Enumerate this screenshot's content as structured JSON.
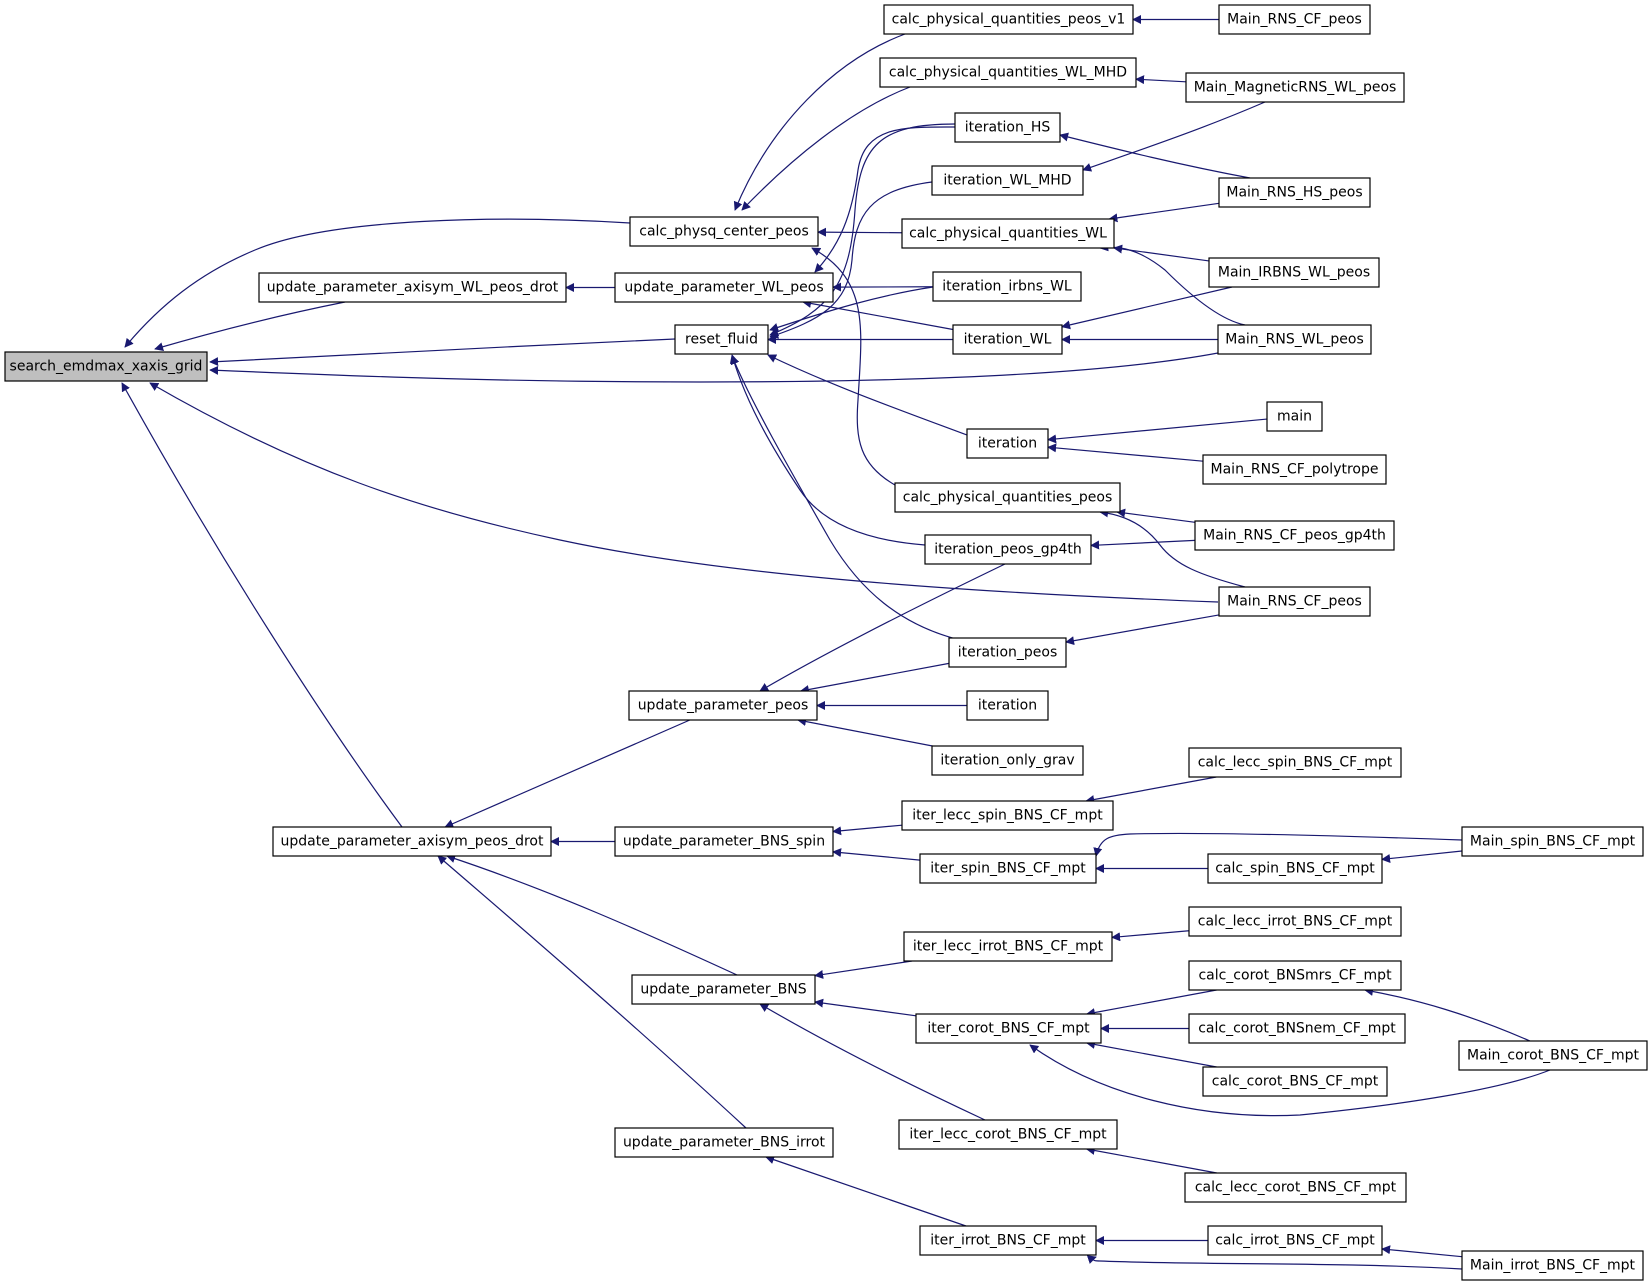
{
  "graph": {
    "root": "search_emdmax_xaxis_grid",
    "edge_color": "#191970",
    "root_fill": "#bfbfbf",
    "nodes": [
      {
        "id": "root",
        "label": "search_emdmax_xaxis_grid"
      },
      {
        "id": "calc_physq_center_peos",
        "label": "calc_physq_center_peos"
      },
      {
        "id": "upd_axisym_WL_peos_drot",
        "label": "update_parameter_axisym_WL_peos_drot"
      },
      {
        "id": "upd_WL_peos",
        "label": "update_parameter_WL_peos"
      },
      {
        "id": "reset_fluid",
        "label": "reset_fluid"
      },
      {
        "id": "calc_pq_peos_v1",
        "label": "calc_physical_quantities_peos_v1"
      },
      {
        "id": "calc_pq_WL_MHD",
        "label": "calc_physical_quantities_WL_MHD"
      },
      {
        "id": "iteration_HS",
        "label": "iteration_HS"
      },
      {
        "id": "iteration_WL_MHD",
        "label": "iteration_WL_MHD"
      },
      {
        "id": "calc_pq_WL",
        "label": "calc_physical_quantities_WL"
      },
      {
        "id": "iteration_irbns_WL",
        "label": "iteration_irbns_WL"
      },
      {
        "id": "iteration_WL",
        "label": "iteration_WL"
      },
      {
        "id": "iteration_a",
        "label": "iteration"
      },
      {
        "id": "calc_pq_peos",
        "label": "calc_physical_quantities_peos"
      },
      {
        "id": "iteration_peos_gp4th",
        "label": "iteration_peos_gp4th"
      },
      {
        "id": "iteration_peos",
        "label": "iteration_peos"
      },
      {
        "id": "Main_RNS_CF_peos_top",
        "label": "Main_RNS_CF_peos"
      },
      {
        "id": "Main_MagneticRNS_WL_peos",
        "label": "Main_MagneticRNS_WL_peos"
      },
      {
        "id": "Main_RNS_HS_peos",
        "label": "Main_RNS_HS_peos"
      },
      {
        "id": "Main_IRBNS_WL_peos",
        "label": "Main_IRBNS_WL_peos"
      },
      {
        "id": "Main_RNS_WL_peos",
        "label": "Main_RNS_WL_peos"
      },
      {
        "id": "main",
        "label": "main"
      },
      {
        "id": "Main_RNS_CF_polytrope",
        "label": "Main_RNS_CF_polytrope"
      },
      {
        "id": "Main_RNS_CF_peos_gp4th",
        "label": "Main_RNS_CF_peos_gp4th"
      },
      {
        "id": "Main_RNS_CF_peos_mid",
        "label": "Main_RNS_CF_peos"
      },
      {
        "id": "upd_axisym_peos_drot",
        "label": "update_parameter_axisym_peos_drot"
      },
      {
        "id": "upd_peos",
        "label": "update_parameter_peos"
      },
      {
        "id": "iteration_b",
        "label": "iteration"
      },
      {
        "id": "iteration_only_grav",
        "label": "iteration_only_grav"
      },
      {
        "id": "upd_BNS_spin",
        "label": "update_parameter_BNS_spin"
      },
      {
        "id": "iter_lecc_spin",
        "label": "iter_lecc_spin_BNS_CF_mpt"
      },
      {
        "id": "calc_lecc_spin",
        "label": "calc_lecc_spin_BNS_CF_mpt"
      },
      {
        "id": "iter_spin",
        "label": "iter_spin_BNS_CF_mpt"
      },
      {
        "id": "calc_spin",
        "label": "calc_spin_BNS_CF_mpt"
      },
      {
        "id": "Main_spin",
        "label": "Main_spin_BNS_CF_mpt"
      },
      {
        "id": "upd_BNS",
        "label": "update_parameter_BNS"
      },
      {
        "id": "iter_lecc_irrot",
        "label": "iter_lecc_irrot_BNS_CF_mpt"
      },
      {
        "id": "calc_lecc_irrot",
        "label": "calc_lecc_irrot_BNS_CF_mpt"
      },
      {
        "id": "iter_corot",
        "label": "iter_corot_BNS_CF_mpt"
      },
      {
        "id": "calc_corot_BNSmrs",
        "label": "calc_corot_BNSmrs_CF_mpt"
      },
      {
        "id": "calc_corot_BNSnem",
        "label": "calc_corot_BNSnem_CF_mpt"
      },
      {
        "id": "calc_corot_BNS",
        "label": "calc_corot_BNS_CF_mpt"
      },
      {
        "id": "Main_corot",
        "label": "Main_corot_BNS_CF_mpt"
      },
      {
        "id": "iter_lecc_corot",
        "label": "iter_lecc_corot_BNS_CF_mpt"
      },
      {
        "id": "calc_lecc_corot",
        "label": "calc_lecc_corot_BNS_CF_mpt"
      },
      {
        "id": "upd_BNS_irrot",
        "label": "update_parameter_BNS_irrot"
      },
      {
        "id": "iter_irrot",
        "label": "iter_irrot_BNS_CF_mpt"
      },
      {
        "id": "calc_irrot",
        "label": "calc_irrot_BNS_CF_mpt"
      },
      {
        "id": "Main_irrot",
        "label": "Main_irrot_BNS_CF_mpt"
      }
    ],
    "edges": [
      {
        "from": "calc_physq_center_peos",
        "to": "root"
      },
      {
        "from": "upd_axisym_WL_peos_drot",
        "to": "root"
      },
      {
        "from": "reset_fluid",
        "to": "root"
      },
      {
        "from": "Main_RNS_WL_peos",
        "to": "root"
      },
      {
        "from": "Main_RNS_CF_peos_mid",
        "to": "root"
      },
      {
        "from": "upd_axisym_peos_drot",
        "to": "root"
      },
      {
        "from": "calc_pq_peos_v1",
        "to": "calc_physq_center_peos"
      },
      {
        "from": "calc_pq_WL_MHD",
        "to": "calc_physq_center_peos"
      },
      {
        "from": "calc_pq_WL",
        "to": "calc_physq_center_peos"
      },
      {
        "from": "calc_pq_peos",
        "to": "calc_physq_center_peos"
      },
      {
        "from": "upd_WL_peos",
        "to": "upd_axisym_WL_peos_drot"
      },
      {
        "from": "iteration_HS",
        "to": "upd_WL_peos"
      },
      {
        "from": "iteration_irbns_WL",
        "to": "upd_WL_peos"
      },
      {
        "from": "iteration_WL",
        "to": "upd_WL_peos"
      },
      {
        "from": "iteration_HS",
        "to": "reset_fluid"
      },
      {
        "from": "iteration_WL_MHD",
        "to": "reset_fluid"
      },
      {
        "from": "iteration_irbns_WL",
        "to": "reset_fluid"
      },
      {
        "from": "iteration_WL",
        "to": "reset_fluid"
      },
      {
        "from": "iteration_a",
        "to": "reset_fluid"
      },
      {
        "from": "iteration_peos_gp4th",
        "to": "reset_fluid"
      },
      {
        "from": "iteration_peos",
        "to": "reset_fluid"
      },
      {
        "from": "Main_RNS_CF_peos_top",
        "to": "calc_pq_peos_v1"
      },
      {
        "from": "Main_MagneticRNS_WL_peos",
        "to": "calc_pq_WL_MHD"
      },
      {
        "from": "Main_MagneticRNS_WL_peos",
        "to": "iteration_WL_MHD"
      },
      {
        "from": "Main_RNS_HS_peos",
        "to": "iteration_HS"
      },
      {
        "from": "Main_RNS_HS_peos",
        "to": "calc_pq_WL"
      },
      {
        "from": "Main_IRBNS_WL_peos",
        "to": "calc_pq_WL"
      },
      {
        "from": "Main_RNS_WL_peos",
        "to": "calc_pq_WL"
      },
      {
        "from": "Main_IRBNS_WL_peos",
        "to": "iteration_WL"
      },
      {
        "from": "Main_RNS_WL_peos",
        "to": "iteration_WL"
      },
      {
        "from": "main",
        "to": "iteration_a"
      },
      {
        "from": "Main_RNS_CF_polytrope",
        "to": "iteration_a"
      },
      {
        "from": "Main_RNS_CF_peos_gp4th",
        "to": "calc_pq_peos"
      },
      {
        "from": "Main_RNS_CF_peos_mid",
        "to": "calc_pq_peos"
      },
      {
        "from": "Main_RNS_CF_peos_gp4th",
        "to": "iteration_peos_gp4th"
      },
      {
        "from": "Main_RNS_CF_peos_mid",
        "to": "iteration_peos"
      },
      {
        "from": "upd_peos",
        "to": "upd_axisym_peos_drot"
      },
      {
        "from": "upd_BNS_spin",
        "to": "upd_axisym_peos_drot"
      },
      {
        "from": "upd_BNS",
        "to": "upd_axisym_peos_drot"
      },
      {
        "from": "upd_BNS_irrot",
        "to": "upd_axisym_peos_drot"
      },
      {
        "from": "iteration_peos_gp4th",
        "to": "upd_peos"
      },
      {
        "from": "iteration_peos",
        "to": "upd_peos"
      },
      {
        "from": "iteration_b",
        "to": "upd_peos"
      },
      {
        "from": "iteration_only_grav",
        "to": "upd_peos"
      },
      {
        "from": "iter_lecc_spin",
        "to": "upd_BNS_spin"
      },
      {
        "from": "iter_spin",
        "to": "upd_BNS_spin"
      },
      {
        "from": "calc_lecc_spin",
        "to": "iter_lecc_spin"
      },
      {
        "from": "calc_spin",
        "to": "iter_spin"
      },
      {
        "from": "Main_spin",
        "to": "iter_spin"
      },
      {
        "from": "Main_spin",
        "to": "calc_spin"
      },
      {
        "from": "iter_lecc_irrot",
        "to": "upd_BNS"
      },
      {
        "from": "iter_corot",
        "to": "upd_BNS"
      },
      {
        "from": "iter_lecc_corot",
        "to": "upd_BNS"
      },
      {
        "from": "calc_lecc_irrot",
        "to": "iter_lecc_irrot"
      },
      {
        "from": "calc_corot_BNSmrs",
        "to": "iter_corot"
      },
      {
        "from": "calc_corot_BNSnem",
        "to": "iter_corot"
      },
      {
        "from": "calc_corot_BNS",
        "to": "iter_corot"
      },
      {
        "from": "Main_corot",
        "to": "iter_corot"
      },
      {
        "from": "Main_corot",
        "to": "calc_corot_BNSmrs"
      },
      {
        "from": "calc_lecc_corot",
        "to": "iter_lecc_corot"
      },
      {
        "from": "iter_irrot",
        "to": "upd_BNS_irrot"
      },
      {
        "from": "calc_irrot",
        "to": "iter_irrot"
      },
      {
        "from": "Main_irrot",
        "to": "iter_irrot"
      },
      {
        "from": "Main_irrot",
        "to": "calc_irrot"
      }
    ]
  }
}
